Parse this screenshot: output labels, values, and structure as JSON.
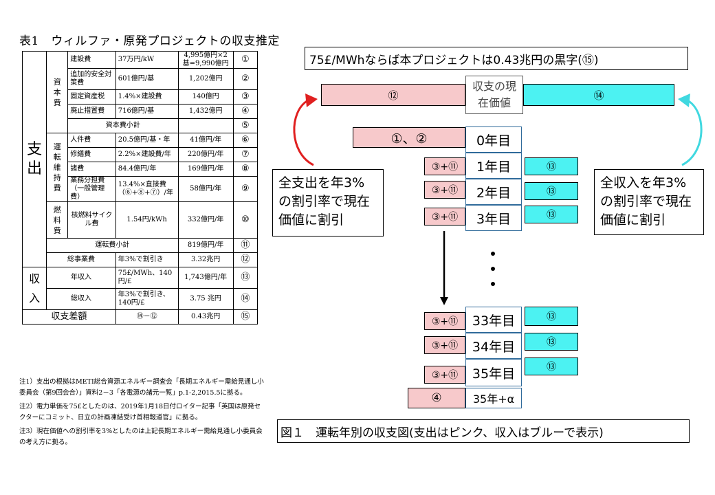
{
  "table": {
    "title": "表1　ウィルファ・原発プロジェクトの収支推定",
    "expense_label": "支出",
    "income_label": "収入",
    "capital_label": "資本費",
    "operating_label": "運転維持費",
    "fuel_label": "燃料費",
    "rows": {
      "construction": {
        "item": "建設費",
        "unit": "37万円/kW",
        "value": "4,995億円×2基=9,990億円",
        "num": "①"
      },
      "safety": {
        "item": "追加的安全対策費",
        "unit": "601億円/基",
        "value": "1,202億円",
        "num": "②"
      },
      "property_tax": {
        "item": "固定資産税",
        "unit": "1.4%×建設費",
        "value": "140億円",
        "num": "③"
      },
      "decommission": {
        "item": "廃止措置費",
        "unit": "716億円/基",
        "value": "1,432億円",
        "num": "④"
      },
      "capital_subtotal": {
        "item": "資本費小計",
        "num": "⑤"
      },
      "labor": {
        "item": "人件費",
        "unit": "20.5億円/基・年",
        "value": "41億円/年",
        "num": "⑥"
      },
      "repair": {
        "item": "修繕費",
        "unit": "2.2%×建設費/年",
        "value": "220億円/年",
        "num": "⑦"
      },
      "misc": {
        "item": "諸費",
        "unit": "84.4億円/年",
        "value": "169億円/年",
        "num": "⑧"
      },
      "admin": {
        "item": "業務分担費（一般管理費）",
        "unit": "13.4%×直接費（⑥+⑧+⑦）/年",
        "value": "58億円/年",
        "num": "⑨"
      },
      "fuel": {
        "item": "核燃料サイクル費",
        "unit": "1.54円/kWh",
        "value": "332億円/年",
        "num": "⑩"
      },
      "operating_subtotal": {
        "item": "運転費小計",
        "value": "819億円/年",
        "num": "⑪"
      },
      "total_cost": {
        "item": "総事業費",
        "unit": "年3%で割引き",
        "value": "3.32兆円",
        "num": "⑫"
      },
      "annual_income": {
        "item": "年収入",
        "unit": "75£/MWh、140円/£",
        "value": "1,743億円/年",
        "num": "⑬"
      },
      "total_income": {
        "item": "総収入",
        "unit": "年3%で割引き、140円/£",
        "value": "3.75 兆円",
        "num": "⑭"
      },
      "balance": {
        "item": "収支差額",
        "unit": "⑭－⑫",
        "value": "0.43兆円",
        "num": "⑮"
      }
    },
    "notes": [
      "注1）支出の根拠はMETI総合資源エネルギー調査会「長期エネルギー需給見通し小委員会（第9回会合）」資料2－3「各電源の諸元一覧」p.1-2,2015.5に拠る。",
      "注2）電力単価を75£としたのは、2019年1月18日付ロイター記事「英国は原発セクターにコミット、日立の計画凍結受け首相報道官」に拠る。",
      "注3）現在価値への割引率を3%としたのは上記長期エネルギー需給見通し小委員会の考え方に拠る。"
    ]
  },
  "diagram": {
    "headline": "75£/MWhならば本プロジェクトは0.43兆円の黒字(⑮)",
    "pv_cost": "⑫",
    "pv_label": "収支の現在価値",
    "pv_income": "⑭",
    "initial_cost": "①、②",
    "op_cost": "③+⑪",
    "income_mark": "⑬",
    "decommission": "④",
    "years": [
      "0年目",
      "1年目",
      "2年目",
      "3年目",
      "33年目",
      "34年目",
      "35年目",
      "35年+α"
    ],
    "left_note": "全支出を年3%の割引率で現在価値に割引",
    "right_note": "全収入を年3%の割引率で現在価値に割引",
    "caption": "図１　運転年別の収支図(支出はピンク、収入はブルーで表示)"
  },
  "colors": {
    "expense": "#f7c9cb",
    "income": "#4cf2f2",
    "left_arrow": "#e02020",
    "right_arrow": "#40d8e0",
    "year_border": "#2f6a9a"
  }
}
